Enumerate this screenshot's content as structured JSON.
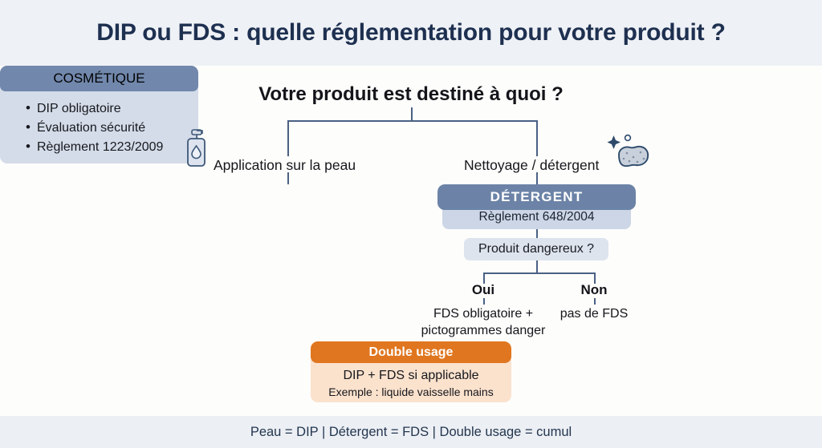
{
  "header": {
    "title": "DIP ou FDS : quelle réglementation pour votre produit ?"
  },
  "footer": {
    "summary": "Peau = DIP | Détergent = FDS | Double usage = cumul"
  },
  "diagram": {
    "root_question": "Votre produit est destiné à quoi ?",
    "branches": {
      "left": {
        "label": "Application sur la peau",
        "icon": "lotion-bottle-icon",
        "card": {
          "title": "COSMÉTIQUE",
          "bullets": [
            "DIP obligatoire",
            "Évaluation sécurité",
            "Règlement 1223/2009"
          ]
        }
      },
      "right": {
        "label": "Nettoyage / détergent",
        "icon": "sponge-icon",
        "card": {
          "title": "DÉTERGENT",
          "subtitle": "Règlement 648/2004"
        },
        "question": "Produit dangereux ?",
        "answers": [
          {
            "label": "Oui",
            "result_line1": "FDS obligatoire +",
            "result_line2": "pictogrammes danger"
          },
          {
            "label": "Non",
            "result_line1": "pas de FDS",
            "result_line2": ""
          }
        ]
      }
    },
    "double_usage": {
      "title": "Double usage",
      "line1": "DIP + FDS si applicable",
      "line2": "Exemple : liquide vaisselle mains"
    }
  },
  "colors": {
    "header_band": "#eef1f6",
    "title_text": "#1e3050",
    "connector": "#4a6184",
    "cosmetic_header": "#7188ac",
    "cosmetic_body": "#d4dce9",
    "detergent_header": "#6c83a7",
    "detergent_sub": "#ccd6e6",
    "pill": "#dde4ee",
    "orange_header": "#e0761f",
    "orange_body": "#fbe2cd",
    "footer_band": "#eceff4"
  }
}
